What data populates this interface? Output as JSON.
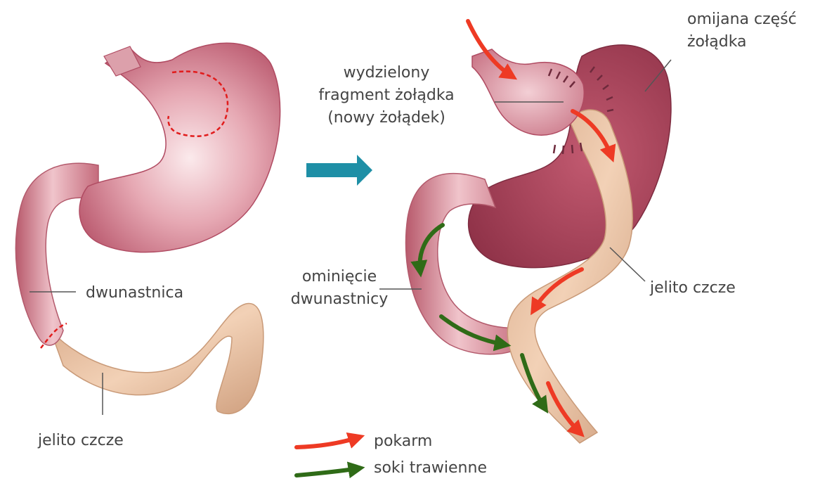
{
  "labels": {
    "left_duodenum": "dwunastnica",
    "left_jejunum": "jelito czcze",
    "pouch_line1": "wydzielony",
    "pouch_line2": "fragment żołądka",
    "pouch_line3": "(nowy żołądek)",
    "bypassed_line1": "omijana część",
    "bypassed_line2": "żołądka",
    "bypass_line1": "ominięcie",
    "bypass_line2": "dwunastnicy",
    "right_jejunum": "jelito czcze"
  },
  "legend": {
    "items": [
      {
        "label": "pokarm",
        "color": "#ee3a24"
      },
      {
        "label": "soki trawienne",
        "color": "#2f6b17"
      }
    ]
  },
  "colors": {
    "stomach": "#c85a6e",
    "stomach_light": "#f2d2d6",
    "bypassed_stomach": "#b04a60",
    "jejunum": "#e8bf9d",
    "jejunum_dark": "#c99a78",
    "cut_line": "#e11c1c",
    "suture": "#6e2a3c",
    "procedure_arrow": "#1e8fa6",
    "leader_line": "#555555"
  }
}
